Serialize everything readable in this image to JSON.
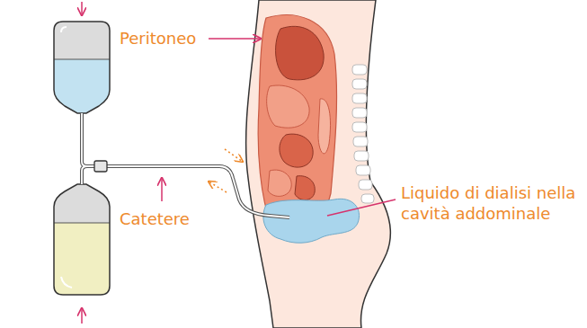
{
  "diagram": {
    "labels": [
      "Peritoneo",
      "Catetere",
      "Liquido di dialisi nella cavità addominale"
    ]
  }
}
